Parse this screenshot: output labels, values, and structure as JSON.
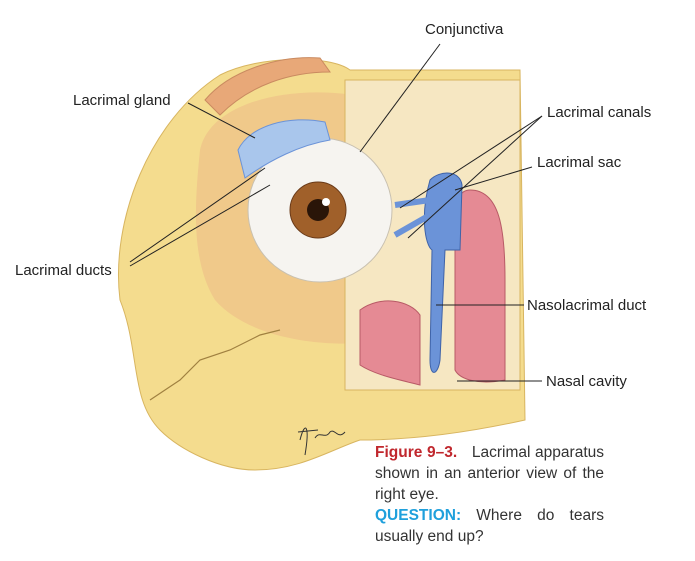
{
  "labels": {
    "conjunctiva": "Conjunctiva",
    "lacrimal_gland": "Lacrimal gland",
    "lacrimal_canals": "Lacrimal canals",
    "lacrimal_sac": "Lacrimal sac",
    "lacrimal_ducts": "Lacrimal ducts",
    "nasolacrimal_duct": "Nasolacrimal duct",
    "nasal_cavity": "Nasal cavity"
  },
  "caption": {
    "figure_number": "Figure 9–3.",
    "text": "Lacrimal apparatus shown in an anterior view of the right eye.",
    "question_label": "QUESTION:",
    "question_text": "Where do tears usually end up?"
  },
  "signature": "tina",
  "colors": {
    "figure": "#c0272d",
    "question": "#1fa0dc"
  }
}
